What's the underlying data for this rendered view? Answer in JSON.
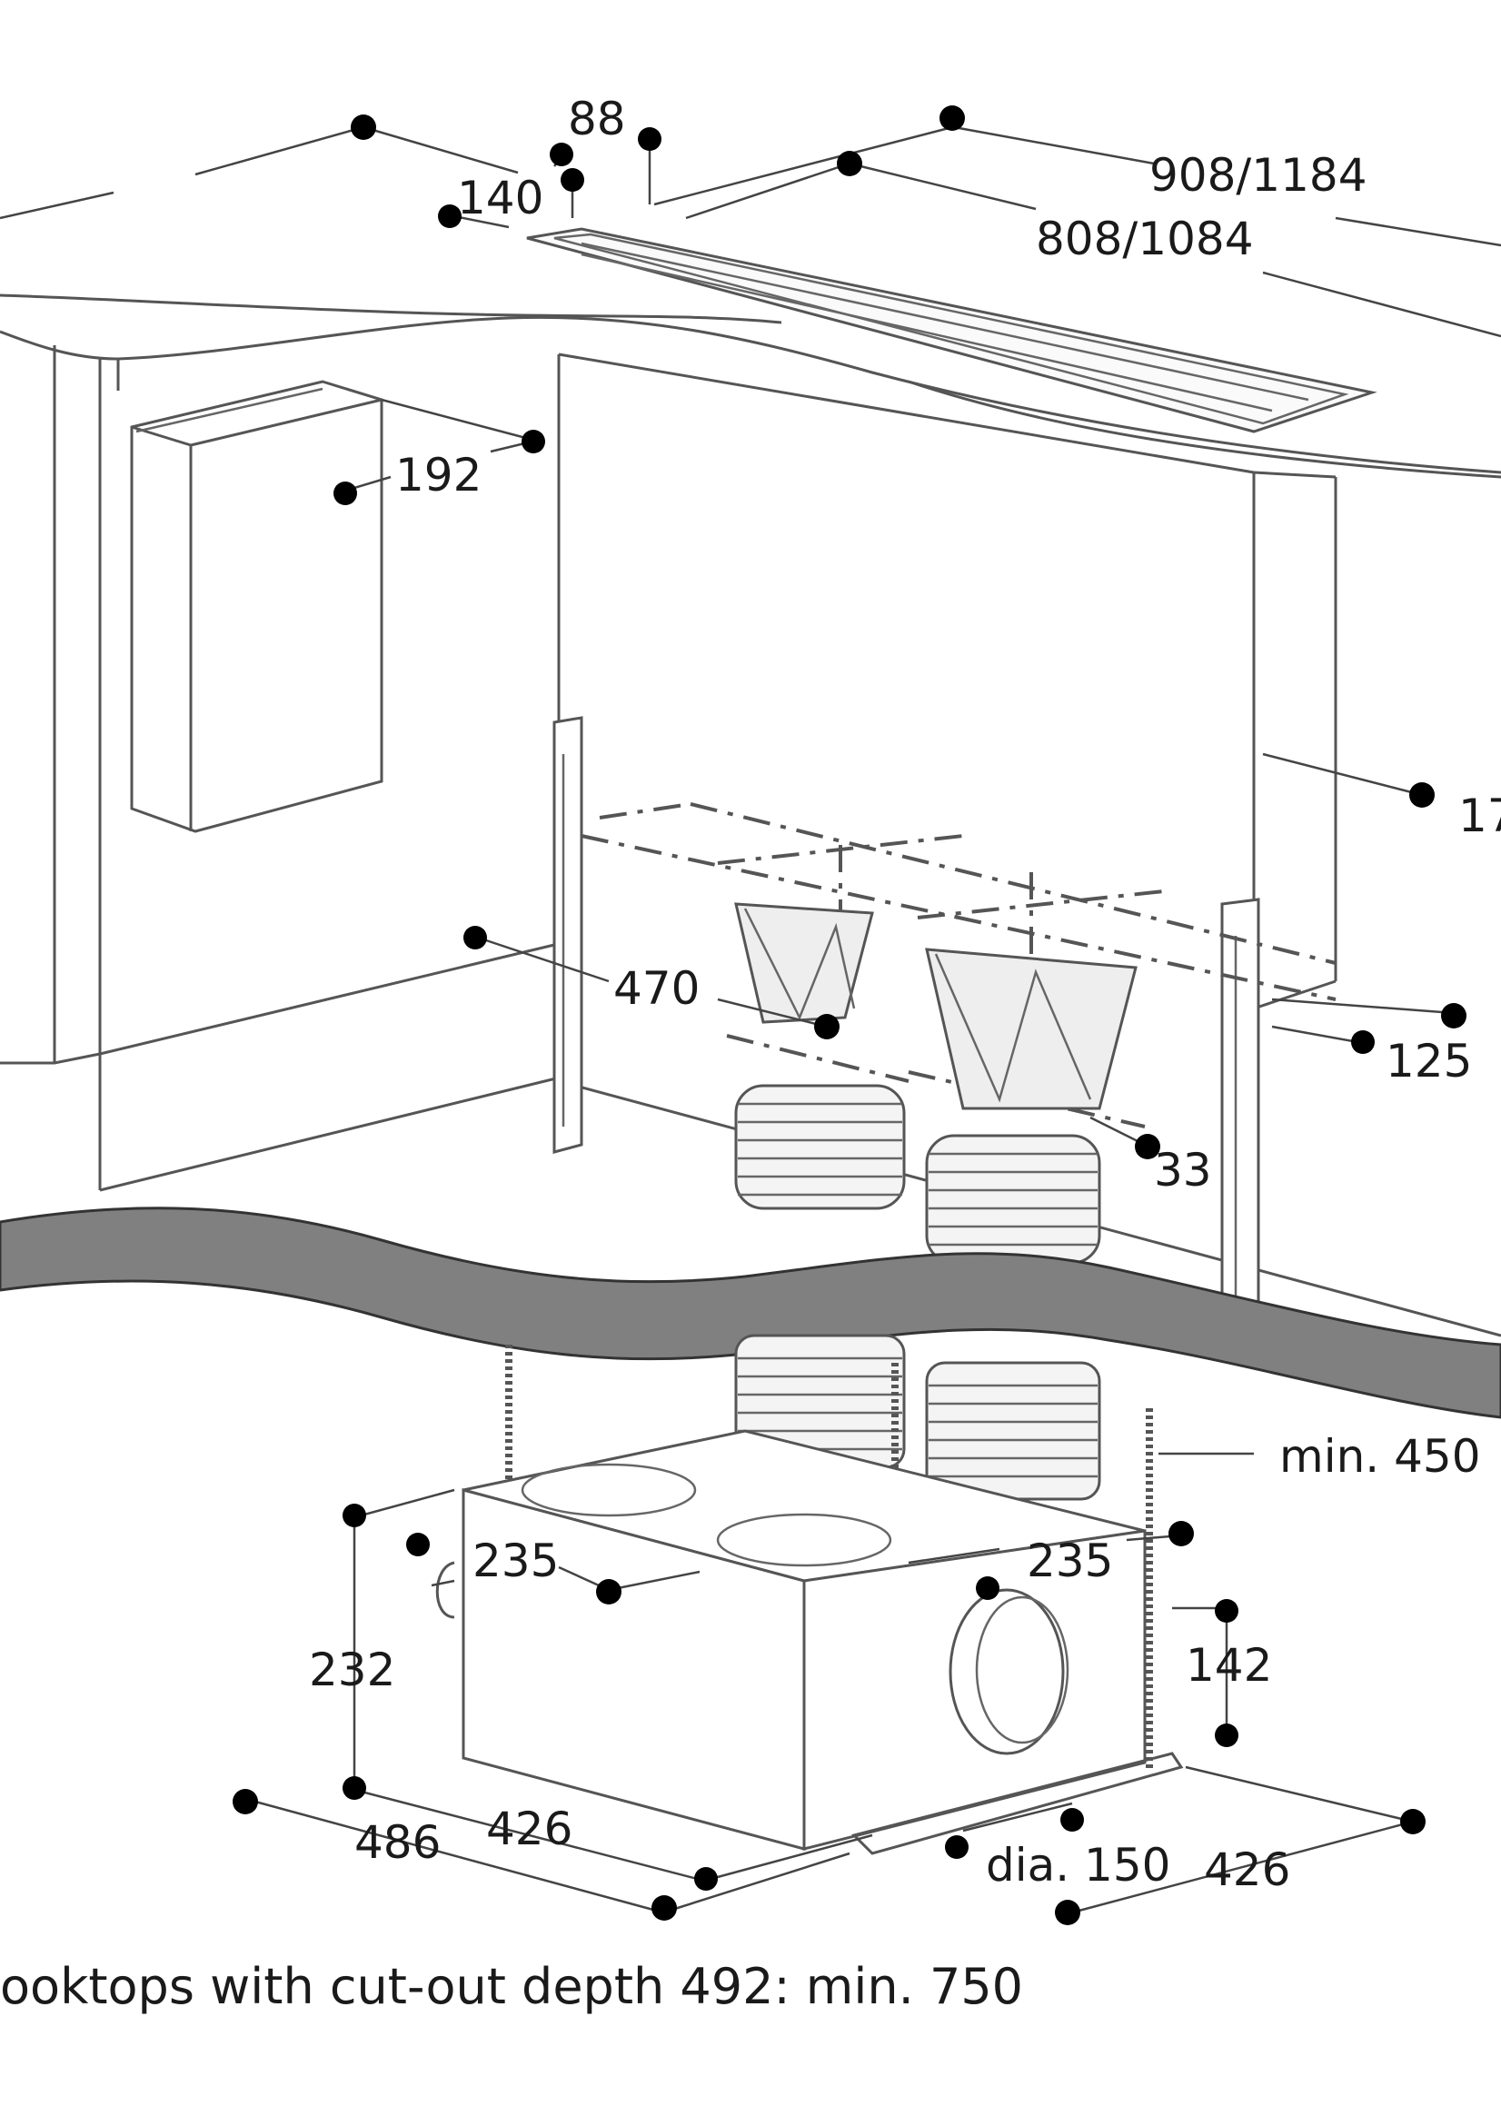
{
  "dimensions": {
    "d88": "88",
    "d140": "140",
    "d908": "908/1184",
    "d808": "808/1084",
    "d192": "192",
    "d470": "470",
    "d125": "125",
    "d33": "33",
    "d17": "17",
    "min450": "min. 450",
    "d235a": "235",
    "d235b": "235",
    "d232": "232",
    "d142": "142",
    "d486": "486",
    "d426a": "426",
    "dia150": "dia. 150",
    "d426b": "426"
  },
  "caption": "ooktops with cut-out depth 492: min. 750",
  "colors": {
    "line": "#555555",
    "dot": "#000000",
    "band": "#808080",
    "duct_fill": "#eeeeee"
  }
}
